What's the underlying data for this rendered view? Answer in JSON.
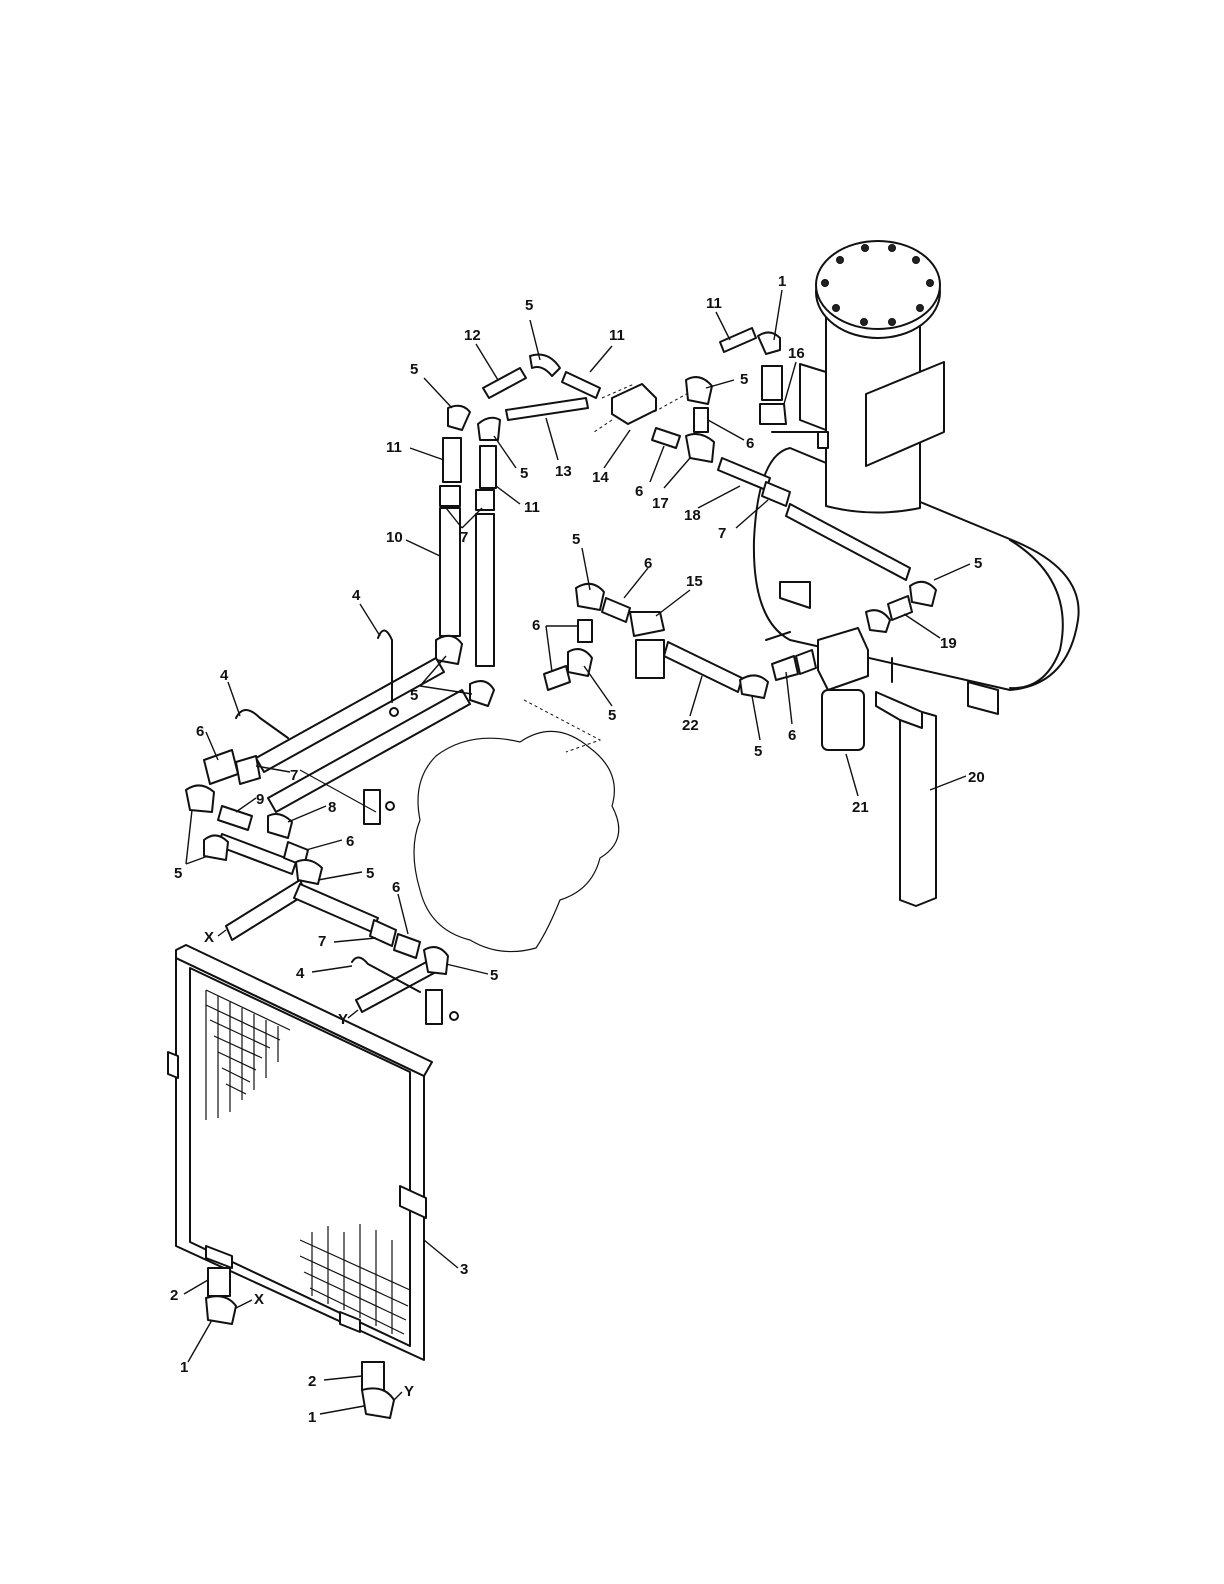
{
  "callouts": [
    {
      "text": "1"
    },
    {
      "text": "11"
    },
    {
      "text": "16"
    },
    {
      "text": "5"
    },
    {
      "text": "12"
    },
    {
      "text": "11"
    },
    {
      "text": "5"
    },
    {
      "text": "5"
    },
    {
      "text": "11"
    },
    {
      "text": "5"
    },
    {
      "text": "13"
    },
    {
      "text": "14"
    },
    {
      "text": "6"
    },
    {
      "text": "6"
    },
    {
      "text": "17"
    },
    {
      "text": "18"
    },
    {
      "text": "11"
    },
    {
      "text": "7"
    },
    {
      "text": "7"
    },
    {
      "text": "10"
    },
    {
      "text": "5"
    },
    {
      "text": "6"
    },
    {
      "text": "15"
    },
    {
      "text": "5"
    },
    {
      "text": "6"
    },
    {
      "text": "19"
    },
    {
      "text": "4"
    },
    {
      "text": "5"
    },
    {
      "text": "5"
    },
    {
      "text": "22"
    },
    {
      "text": "5"
    },
    {
      "text": "6"
    },
    {
      "text": "4"
    },
    {
      "text": "6"
    },
    {
      "text": "7"
    },
    {
      "text": "9"
    },
    {
      "text": "8"
    },
    {
      "text": "6"
    },
    {
      "text": "20"
    },
    {
      "text": "21"
    },
    {
      "text": "5"
    },
    {
      "text": "5"
    },
    {
      "text": "6"
    },
    {
      "text": "X"
    },
    {
      "text": "7"
    },
    {
      "text": "4"
    },
    {
      "text": "5"
    },
    {
      "text": "Y"
    },
    {
      "text": "3"
    },
    {
      "text": "2"
    },
    {
      "text": "X"
    },
    {
      "text": "1"
    },
    {
      "text": "2"
    },
    {
      "text": "Y"
    },
    {
      "text": "1"
    }
  ]
}
